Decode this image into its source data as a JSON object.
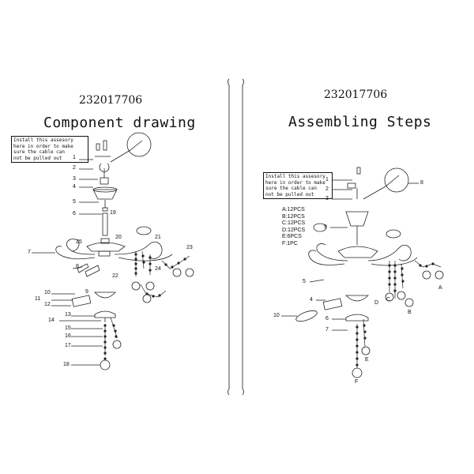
{
  "left": {
    "code": "232017706",
    "title": "Component drawing",
    "note": [
      "Install this assesory",
      "here in order to make",
      "sure the cable can",
      "not be pulled out"
    ],
    "labels": [
      "1",
      "2",
      "3",
      "4",
      "5",
      "6",
      "7",
      "8",
      "9",
      "10",
      "11",
      "12",
      "13",
      "14",
      "15",
      "16",
      "17",
      "18",
      "19",
      "20",
      "21",
      "22",
      "23",
      "24",
      "25"
    ]
  },
  "right": {
    "code": "232017706",
    "title": "Assembling Steps",
    "note": [
      "Install this assesory",
      "here in order to make",
      "sure the cable can",
      "not be pulled out"
    ],
    "labels": [
      "1",
      "2",
      "3",
      "4",
      "5",
      "6",
      "7",
      "8",
      "9",
      "10"
    ],
    "parts_list": [
      "A:12PCS",
      "B:12PCS",
      "C:12PCS",
      "D:12PCS",
      "E:6PCS",
      "F:1PC"
    ],
    "letters": [
      "A",
      "B",
      "C",
      "D",
      "E",
      "F"
    ]
  }
}
